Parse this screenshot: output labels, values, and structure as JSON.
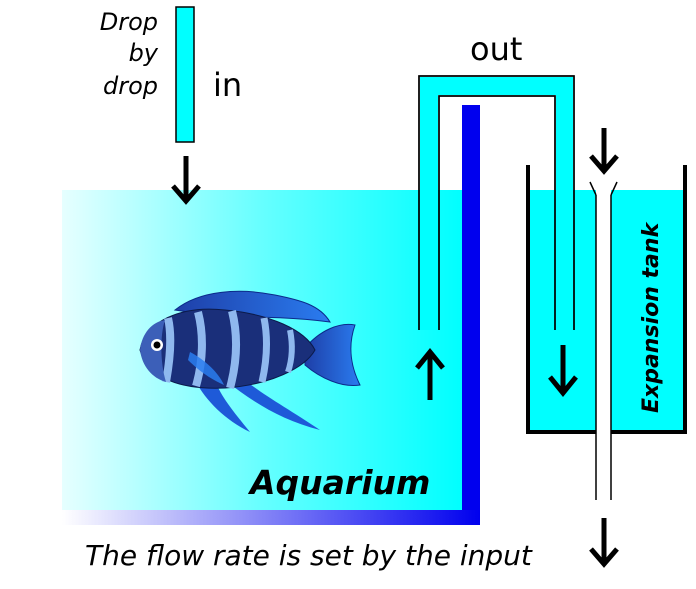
{
  "labels": {
    "drop_line1": "Drop",
    "drop_line2": "by",
    "drop_line3": "drop",
    "in": "in",
    "out": "out",
    "aquarium": "Aquarium",
    "expansion_tank": "Expansion tank",
    "caption": "The flow rate is set by the input"
  },
  "colors": {
    "water": "#00ffff",
    "water_light": "#e6ffff",
    "siphon_tube": "#0000ee",
    "outline": "#000000",
    "fish_dark": "#1a2f7a",
    "fish_light": "#8fb8ee",
    "fin": "#1e5ad8"
  },
  "icons": {
    "fish": "cichlid-fish-icon",
    "arrow": "arrow-down-icon"
  }
}
